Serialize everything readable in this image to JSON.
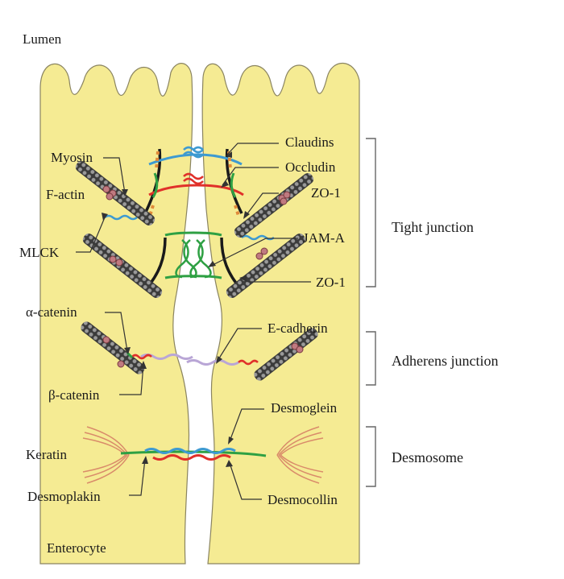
{
  "labels": {
    "lumen": "Lumen",
    "enterocyte": "Enterocyte",
    "myosin": "Myosin",
    "f_actin": "F-actin",
    "mlck": "MLCK",
    "alpha_catenin": "α-catenin",
    "beta_catenin": "β-catenin",
    "keratin": "Keratin",
    "desmoplakin": "Desmoplakin",
    "claudins": "Claudins",
    "occludin": "Occludin",
    "zo1_top": "ZO-1",
    "jam_a": "JAM-A",
    "zo1_bottom": "ZO-1",
    "e_cadherin": "E-cadherin",
    "desmoglein": "Desmoglein",
    "desmocollin": "Desmocollin"
  },
  "groups": {
    "tight_junction": "Tight junction",
    "adherens_junction": "Adherens junction",
    "desmosome": "Desmosome"
  },
  "colors": {
    "cell_fill": "#f5eb93",
    "cell_stroke": "#8a8460",
    "claudin": "#3d9ad1",
    "occludin": "#e0302a",
    "jam": "#2ea043",
    "zo1": "#2ea043",
    "e_cadherin": "#b9a6d6",
    "actin": "#555555",
    "keratin": "#d98b6a",
    "myosin": "#e08a3a"
  }
}
